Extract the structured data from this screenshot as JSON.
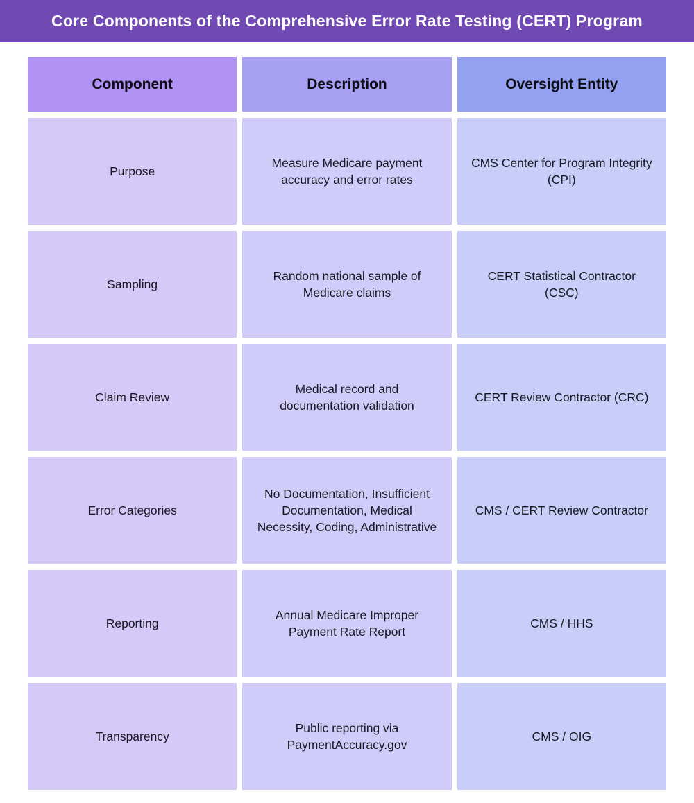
{
  "banner": {
    "title": "Core Components of the Comprehensive Error Rate Testing (CERT) Program",
    "background": "#7149b3",
    "text_color": "#ffffff"
  },
  "table": {
    "columns": [
      {
        "label": "Component",
        "header_bg": "#b192f5",
        "cell_bg": "#d5c9f7"
      },
      {
        "label": "Description",
        "header_bg": "#a8a0f3",
        "cell_bg": "#d0cbf8"
      },
      {
        "label": "Oversight Entity",
        "header_bg": "#93a1f0",
        "cell_bg": "#c8cef7"
      }
    ],
    "rows": [
      {
        "component": "Purpose",
        "description": "Measure Medicare payment accuracy and error rates",
        "oversight": "CMS Center for Program Integrity (CPI)"
      },
      {
        "component": "Sampling",
        "description": "Random national sample of Medicare claims",
        "oversight": "CERT Statistical Contractor (CSC)"
      },
      {
        "component": "Claim Review",
        "description": "Medical record and documentation validation",
        "oversight": "CERT Review Contractor (CRC)"
      },
      {
        "component": "Error Categories",
        "description": "No Documentation, Insufficient Documentation, Medical Necessity, Coding, Administrative",
        "oversight": "CMS / CERT Review Contractor"
      },
      {
        "component": "Reporting",
        "description": "Annual Medicare Improper Payment Rate Report",
        "oversight": "CMS / HHS"
      },
      {
        "component": "Transparency",
        "description": "Public reporting via PaymentAccuracy.gov",
        "oversight": "CMS / OIG"
      }
    ]
  },
  "chart_data": {
    "type": "table",
    "title": "Core Components of the Comprehensive Error Rate Testing (CERT) Program",
    "columns": [
      "Component",
      "Description",
      "Oversight Entity"
    ],
    "rows": [
      [
        "Purpose",
        "Measure Medicare payment accuracy and error rates",
        "CMS Center for Program Integrity (CPI)"
      ],
      [
        "Sampling",
        "Random national sample of Medicare claims",
        "CERT Statistical Contractor (CSC)"
      ],
      [
        "Claim Review",
        "Medical record and documentation validation",
        "CERT Review Contractor (CRC)"
      ],
      [
        "Error Categories",
        "No Documentation, Insufficient Documentation, Medical Necessity, Coding, Administrative",
        "CMS / CERT Review Contractor"
      ],
      [
        "Reporting",
        "Annual Medicare Improper Payment Rate Report",
        "CMS / HHS"
      ],
      [
        "Transparency",
        "Public reporting via PaymentAccuracy.gov",
        "CMS / OIG"
      ]
    ]
  }
}
